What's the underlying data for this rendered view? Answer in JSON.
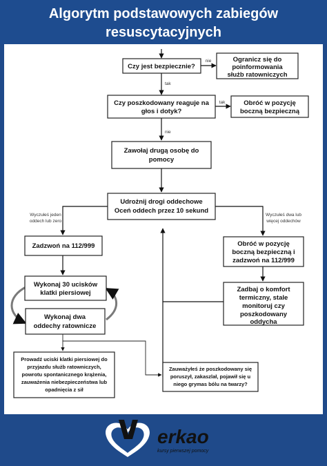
{
  "header": {
    "title_line1": "Algorytm podstawowych zabiegów",
    "title_line2": "resuscytacyjnych"
  },
  "nodes": {
    "safe_q": "Czy jest bezpiecznie?",
    "inform": [
      "Ogranicz się do",
      "poinformowania",
      "służb ratowniczych"
    ],
    "responds_q": [
      "Czy poszkodowany reaguje na",
      "głos i dotyk?"
    ],
    "recovery_pos": [
      "Obróć w pozycję",
      "boczną bezpieczną"
    ],
    "call_help": [
      "Zawołaj drugą osobę do",
      "pomocy"
    ],
    "airway": [
      "Udrożnij drogi oddechowe",
      "Oceń oddech przez 10 sekund"
    ],
    "call_112": "Zadzwoń na 112/999",
    "recovery_call": [
      "Obróć w pozycję",
      "boczną bezpieczną i",
      "zadzwoń na 112/999"
    ],
    "compressions": [
      "Wykonaj 30 ucisków",
      "klatki piersiowej"
    ],
    "breaths": [
      "Wykonaj dwa",
      "oddechy ratownicze"
    ],
    "comfort": [
      "Zadbaj o komfort",
      "termiczny, stale",
      "monitoruj czy",
      "poszkodowany",
      "oddycha"
    ],
    "continue": [
      "Prowadź uciski klatki piersiowej do",
      "przyjazdu służb ratowniczych,",
      "powrotu spontanicznego krążenia,",
      "zauważenia niebezpieczeństwa lub",
      "opadnięcia z sił"
    ],
    "noticed": [
      "Zauważyłeś że poszkodowany się",
      "poruszył, zakaszlał, pojawił się u",
      "niego grymas bólu na twarzy?"
    ]
  },
  "edge_labels": {
    "no1": "nie",
    "yes1": "tak",
    "yes2": "tak",
    "no2": "nie",
    "one_breath": [
      "Wyczułeś jeden",
      "oddech lub zero"
    ],
    "two_breaths": [
      "Wyczułeś dwa lub",
      "więcej oddechów"
    ]
  },
  "logo": {
    "name": "erkao",
    "tagline": "kursy pierwszej pomocy"
  },
  "colors": {
    "header": "#1e4c8f",
    "footer": "#1f4a8a",
    "heart": "#1e4c8f"
  }
}
